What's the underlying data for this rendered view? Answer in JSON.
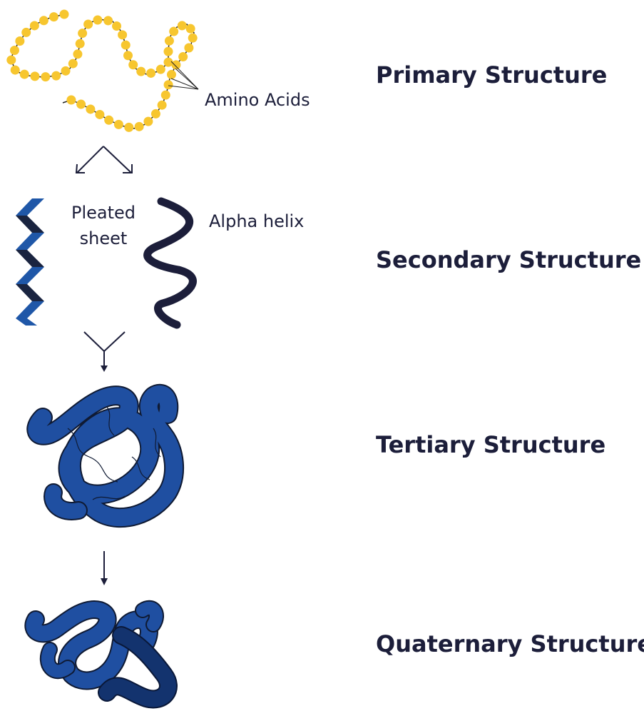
{
  "labels": {
    "amino_acids": "Amino Acids",
    "pleated_sheet_line1": "Pleated",
    "pleated_sheet_line2": "sheet",
    "alpha_helix": "Alpha helix"
  },
  "headings": {
    "primary": "Primary Structure",
    "secondary": "Secondary Structure",
    "tertiary": "Tertiary Structure",
    "quaternary": "Quaternary Structure"
  },
  "colors": {
    "amino_acid_bead": "#f7c62f",
    "chain_line": "#222222",
    "navy": "#1c1e3a",
    "protein_blue": "#1f4fa1",
    "protein_dark": "#0f2a66",
    "sheet_light": "#1f57a8",
    "sheet_dark": "#1a2440"
  }
}
